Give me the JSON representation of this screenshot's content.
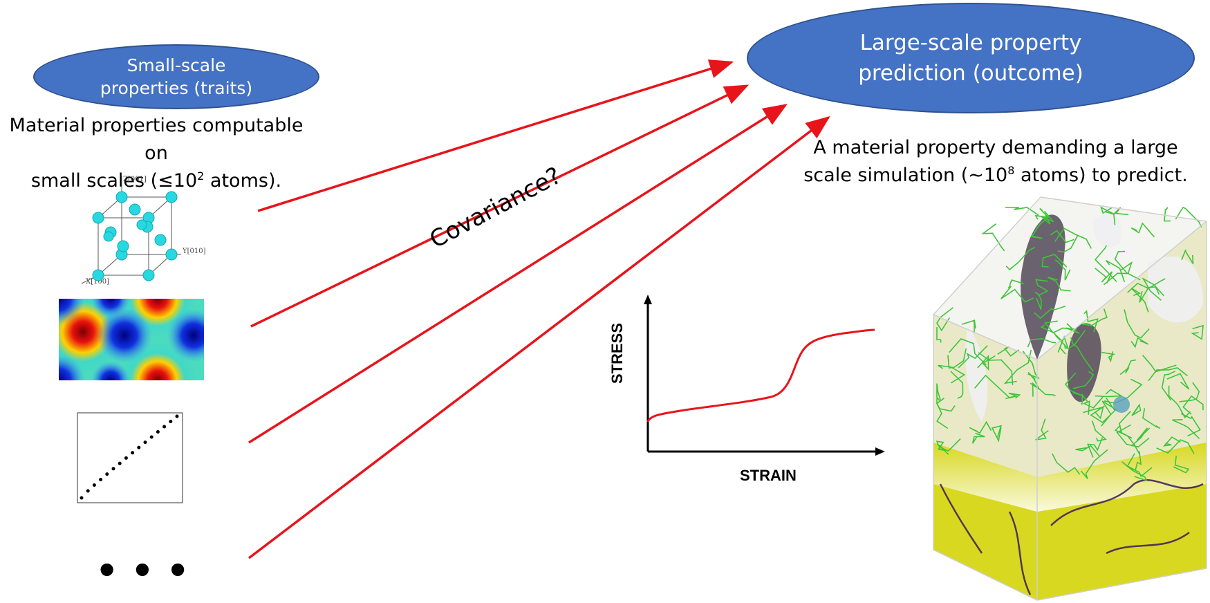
{
  "left": {
    "ellipse_label": "Small-scale properties (traits)",
    "caption_line1": "Material properties computable on",
    "caption_line2_pre": "small scales (≤10",
    "caption_line2_sup": "2",
    "caption_line2_post": " atoms).",
    "crystal_axes": {
      "z": "Z[001]",
      "y": "Y[010]",
      "x": "X[100]"
    },
    "ellipsis": "•••"
  },
  "right": {
    "ellipse_label": "Large-scale property prediction (outcome)",
    "caption_line1": "A material property demanding a large",
    "caption_line2_pre": "scale simulation (~10",
    "caption_line2_sup": "8",
    "caption_line2_post": " atoms) to predict."
  },
  "middle": {
    "covariance_label": "Covariance?"
  },
  "stress_strain": {
    "y_label": "STRESS",
    "x_label": "STRAIN"
  },
  "colors": {
    "ellipse_fill": "#4472c4",
    "arrow": "#e8141b",
    "curve": "#e8141b",
    "atom": "#27d8e0",
    "dislocation": "#3fc43a",
    "matrix": "#d8d820"
  }
}
